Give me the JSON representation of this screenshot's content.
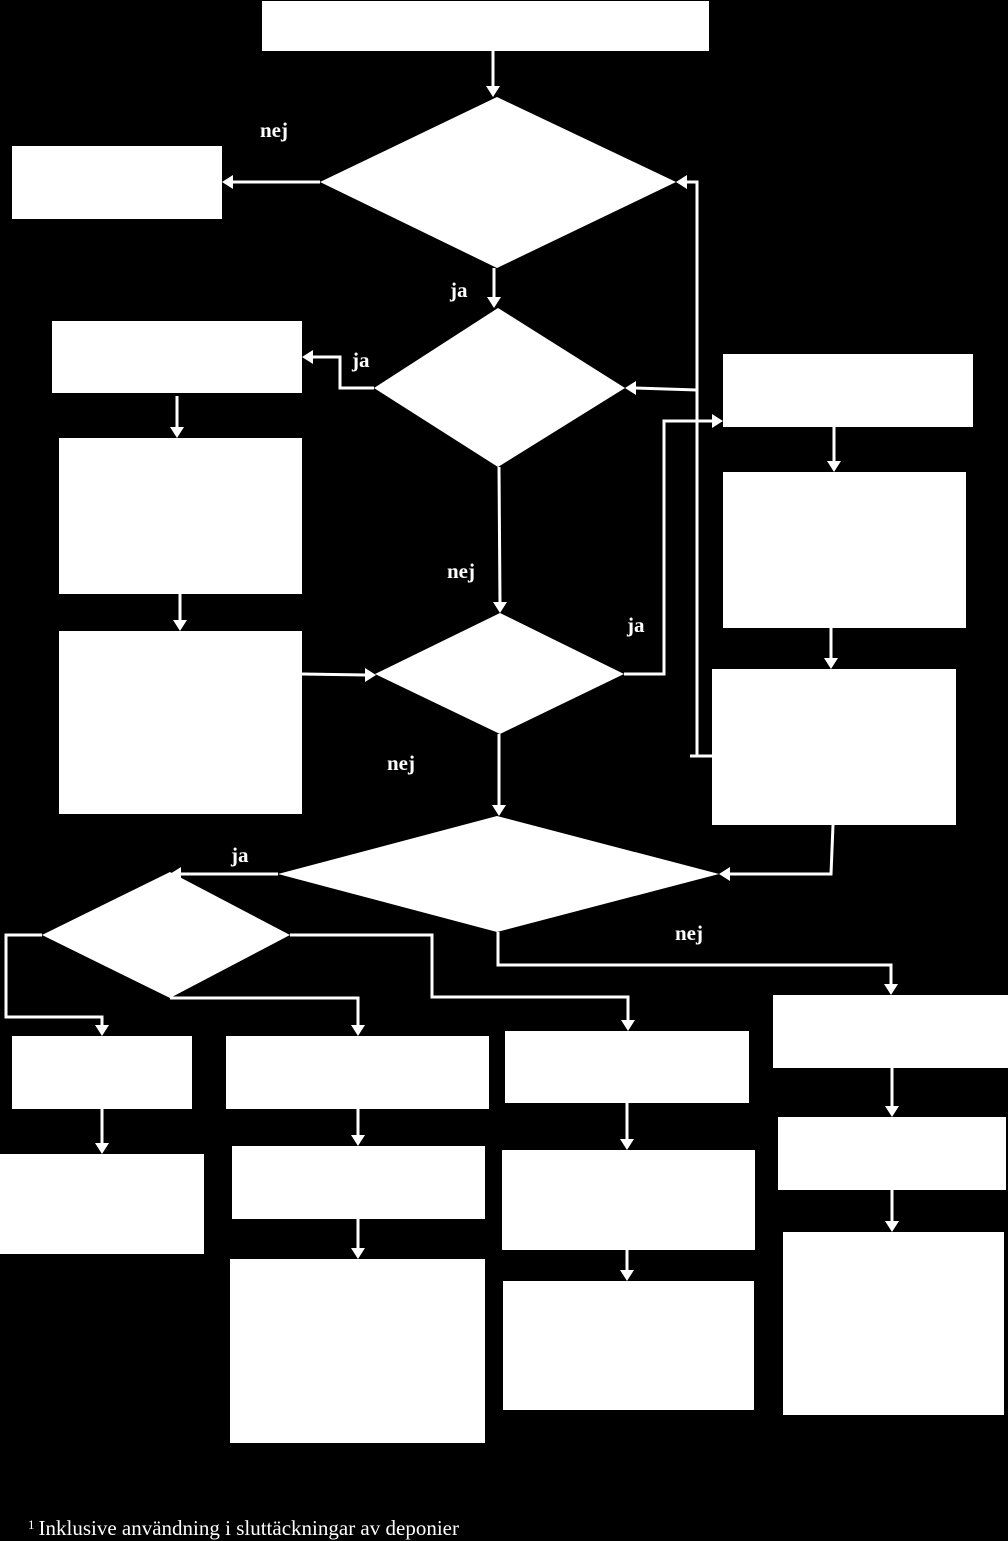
{
  "diagram": {
    "background_color": "#000000",
    "shape_color": "#ffffff",
    "branch_labels": {
      "d1_no": "nej",
      "d1_yes": "ja",
      "d2_yes": "ja",
      "d2_no": "nej",
      "d3_yes": "ja",
      "d3_no": "nej",
      "d4_yes": "ja",
      "d4_no": "nej"
    },
    "footnote": {
      "marker": "1",
      "text": "Inklusive användning i sluttäckningar av deponier"
    }
  }
}
